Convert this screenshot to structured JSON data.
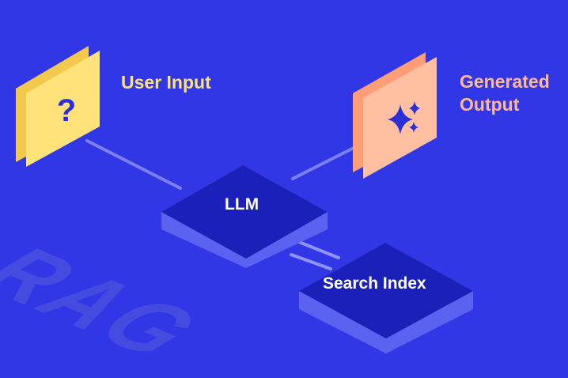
{
  "diagram": {
    "watermark": "RAG",
    "user_input": {
      "label": "User Input",
      "icon": "question-mark-icon",
      "symbol": "?"
    },
    "generated_output": {
      "label_line1": "Generated",
      "label_line2": "Output",
      "icon": "sparkle-icon"
    },
    "llm": {
      "label": "LLM"
    },
    "search_index": {
      "label": "Search Index"
    }
  },
  "colors": {
    "background": "#3237e6",
    "user_input_card": "#ffe27a",
    "user_input_card_side": "#f2c94c",
    "user_input_text": "#ffe17a",
    "output_card": "#ffbfa0",
    "output_card_side": "#ff9e76",
    "output_text": "#ffb896",
    "block_top": "#1b20b8",
    "block_side": "#5c62f0",
    "icon_dark": "#2a2fd6",
    "connector": "#7b80f5",
    "watermark": "#4a4fe0"
  }
}
